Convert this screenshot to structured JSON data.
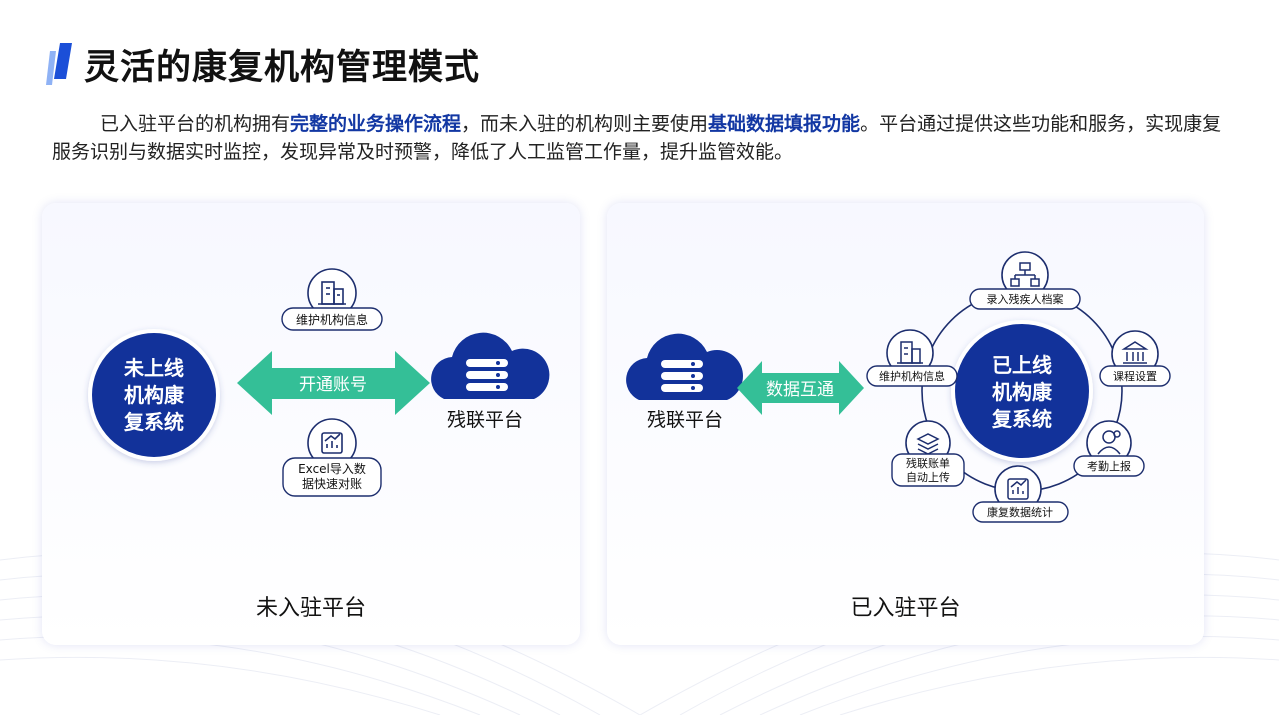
{
  "title": "灵活的康复机构管理模式",
  "intro": {
    "p1": "已入驻平台的机构拥有",
    "hl1": "完整的业务操作流程",
    "p2": "，而未入驻的机构则主要使用",
    "hl2": "基础数据填报功能",
    "p3": "。平台通过提供这些功能和服务，实现康复服务识别与数据实时监控，发现异常及时预警，降低了人工监管工作量，提升监管效能。"
  },
  "left_panel": {
    "caption": "未入驻平台",
    "circle_lines": [
      "未上线",
      "机构康",
      "复系统"
    ],
    "arrow_label": "开通账号",
    "platform_label": "残联平台",
    "feature_top": "维护机构信息",
    "feature_bottom_lines": [
      "Excel导入数",
      "据快速对账"
    ]
  },
  "right_panel": {
    "caption": "已入驻平台",
    "circle_lines": [
      "已上线",
      "机构康",
      "复系统"
    ],
    "arrow_label": "数据互通",
    "platform_label": "残联平台",
    "features": {
      "top": "录入残疾人档案",
      "left": "维护机构信息",
      "right": "课程设置",
      "bottom_left_lines": [
        "残联账单",
        "自动上传"
      ],
      "bottom_right": "考勤上报",
      "bottom": "康复数据统计"
    }
  },
  "colors": {
    "navy": "#12329a",
    "teal": "#34bf97",
    "title_accent": "#1b4fd8",
    "highlight": "#1237a3"
  },
  "icons": [
    "building-icon",
    "chart-icon",
    "server-cloud-icon",
    "org-chart-icon",
    "bank-icon",
    "layers-icon",
    "user-icon"
  ]
}
